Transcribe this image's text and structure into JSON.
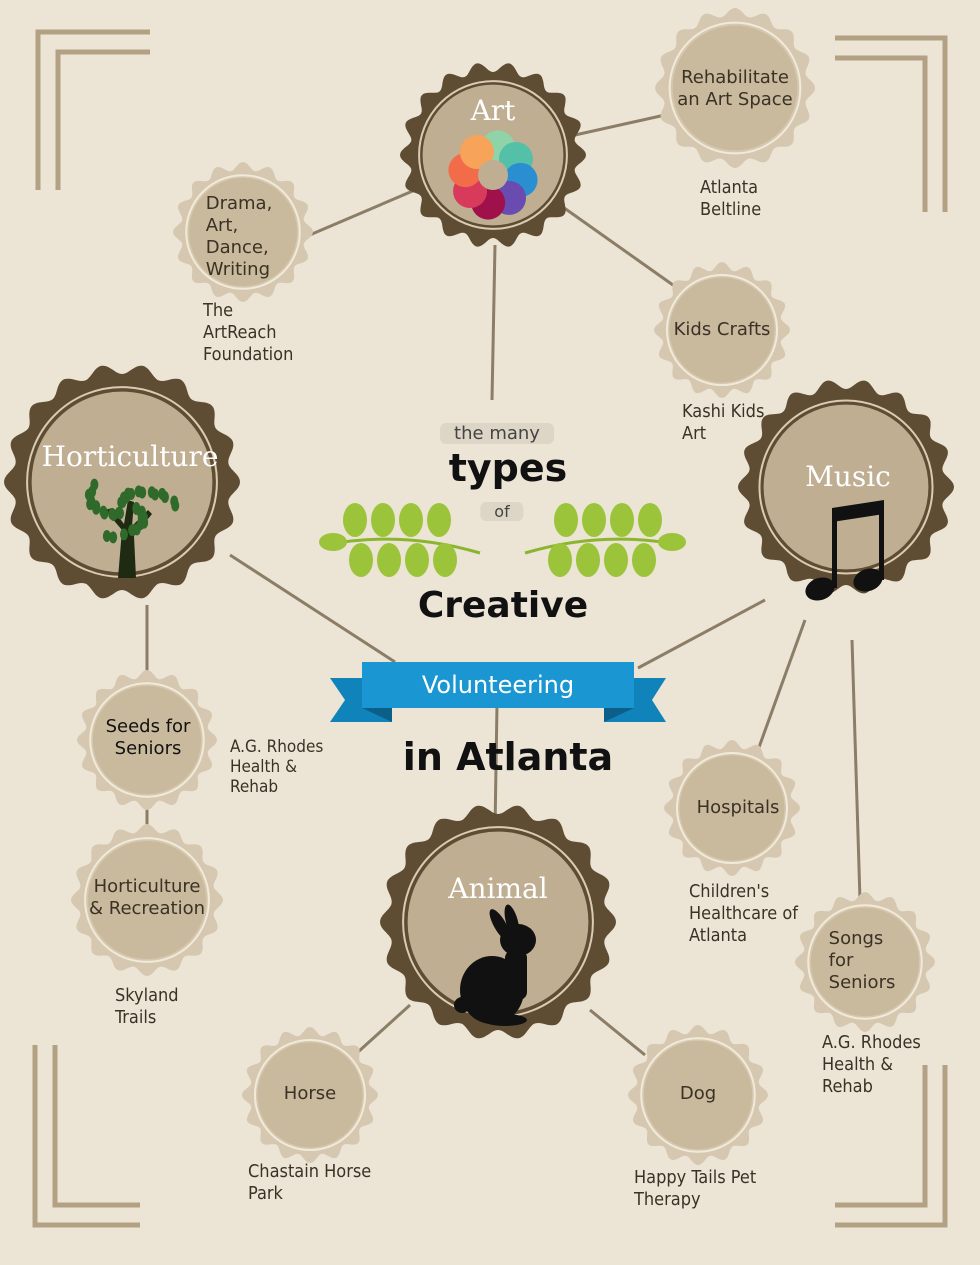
{
  "title": {
    "the_many": "the many",
    "types": "types",
    "of": "of",
    "creative": "Creative",
    "volunteering": "Volunteering",
    "in_atlanta": "in Atlanta"
  },
  "categories": {
    "art": "Art",
    "horticulture": "Horticulture",
    "music": "Music",
    "animal": "Animal"
  },
  "activities": [
    {
      "label": "Rehabilitate\nan Art Space",
      "org": "Atlanta\nBeltline"
    },
    {
      "label": "Drama,\nArt,\nDance,\nWriting",
      "org": "The\nArtReach\nFoundation"
    },
    {
      "label": "Kids Crafts",
      "org": "Kashi Kids\nArt"
    },
    {
      "label": "Seeds for\nSeniors",
      "org": "A.G. Rhodes\nHealth &\nRehab"
    },
    {
      "label": "Horticulture\n& Recreation",
      "org": "Skyland\nTrails"
    },
    {
      "label": "Hospitals",
      "org": "Children's\nHealthcare of\nAtlanta"
    },
    {
      "label": "Songs\nfor\nSeniors",
      "org": "A.G. Rhodes\nHealth &\nRehab"
    },
    {
      "label": "Horse",
      "org": "Chastain Horse\nPark"
    },
    {
      "label": "Dog",
      "org": "Happy Tails Pet\nTherapy"
    }
  ],
  "colors": {
    "background": "#ece5d6",
    "badge_dark": "#5e4d33",
    "badge_fill": "#bfae92",
    "small_edge": "#d6c8b0",
    "small_fill": "#c9b99d",
    "line": "#8b7d66",
    "ribbon": "#1a96d2",
    "leaf": "#9cc43a"
  }
}
